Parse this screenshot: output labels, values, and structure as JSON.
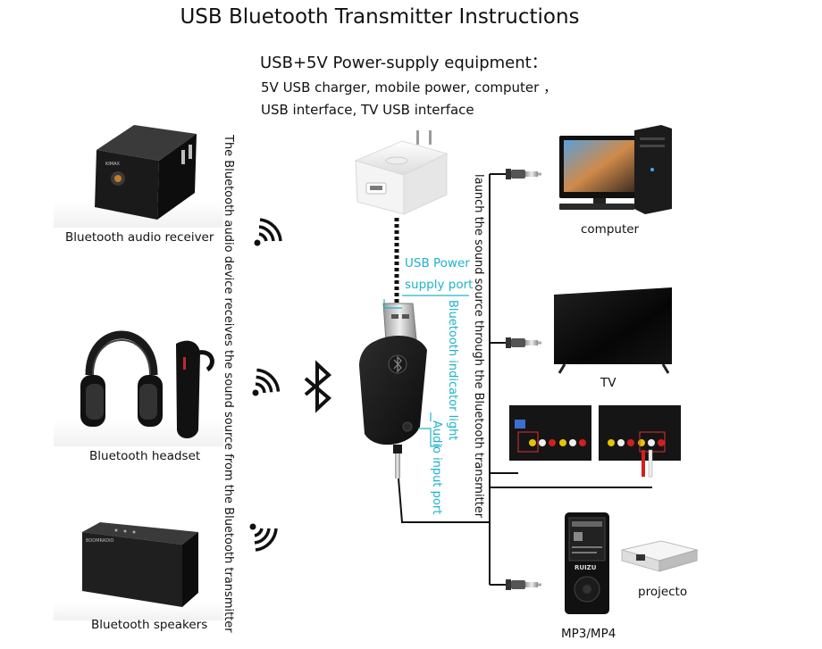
{
  "title": "USB Bluetooth Transmitter Instructions",
  "power": {
    "heading": "USB+5V Power-supply equipment：",
    "line1": "5V USB charger, mobile power, computer ，",
    "line2": "USB interface, TV USB interface"
  },
  "receivers": {
    "audio_receiver": "Bluetooth audio receiver",
    "headset": "Bluetooth headset",
    "speakers": "Bluetooth speakers"
  },
  "vertical_left": "The Bluetooth audio device receives the sound source from the Bluetooth transmitter",
  "vertical_right": "launch the sound source through the Bluetooth transmitter",
  "callouts": {
    "usb_power_1": "USB Power",
    "usb_power_2": "supply port",
    "indicator": "Bluetooth indicator light",
    "audio_input": "Audio input port"
  },
  "sources": {
    "computer": "computer",
    "tv": "TV",
    "projector": "projecto",
    "mp3": "MP3/MP4"
  },
  "device_text": {
    "receiver_brand": "KIMAX",
    "speaker_brand": "BOOMRADIO",
    "mp3_brand": "RUIZU"
  },
  "colors": {
    "accent": "#1eb3c9",
    "wire": "#111111"
  },
  "icons": [
    "wifi-signal-icon",
    "bluetooth-icon",
    "audio-jack-icon",
    "usb-plug-icon"
  ]
}
